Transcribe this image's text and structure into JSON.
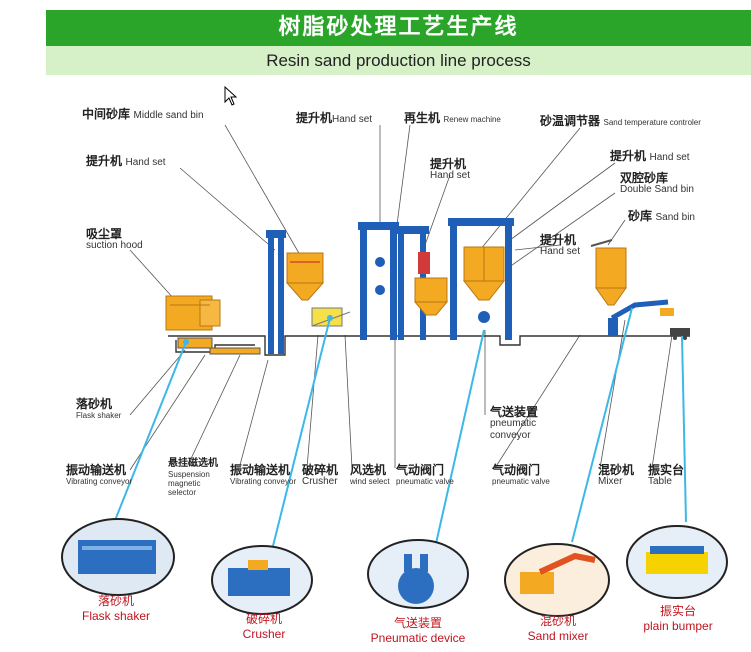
{
  "header": {
    "title_cn": "树脂砂处理工艺生产线",
    "title_en": "Resin sand production line process"
  },
  "labels": {
    "middle_sand_bin": {
      "cn": "中间砂库",
      "en": "Middle sand bin"
    },
    "hand_set_1": {
      "cn": "提升机",
      "en": "Hand set"
    },
    "suction_hood": {
      "cn": "吸尘罩",
      "en": "suction hood"
    },
    "hand_set_2": {
      "cn": "提升机",
      "en": "Hand set"
    },
    "renew_machine": {
      "cn": "再生机",
      "en": "Renew machine"
    },
    "sand_temp_controller": {
      "cn": "砂温调节器",
      "en": "Sand temperature controler"
    },
    "hand_set_3": {
      "cn": "提升机",
      "en": "Hand set"
    },
    "hand_set_4": {
      "cn": "提升机",
      "en": "Hand set"
    },
    "double_sand_bin": {
      "cn": "双腔砂库",
      "en": "Double Sand bin"
    },
    "sand_bin": {
      "cn": "砂库",
      "en": "Sand bin"
    },
    "hand_set_5": {
      "cn": "提升机",
      "en": "Hand set"
    },
    "flask_shaker": {
      "cn": "落砂机",
      "en": "Flask shaker"
    },
    "pneumatic_conveyor": {
      "cn": "气送装置",
      "en1": "pneumatic",
      "en2": "conveyor"
    },
    "vibrating_conveyor_1": {
      "cn": "振动输送机",
      "en": "Vibrating conveyor"
    },
    "magnetic_selector": {
      "cn": "悬挂磁选机",
      "en1": "Suspension",
      "en2": "magnetic",
      "en3": "selector"
    },
    "vibrating_conveyor_2": {
      "cn": "振动输送机",
      "en": "Vibrating conveyor"
    },
    "crusher": {
      "cn": "破碎机",
      "en": "Crusher"
    },
    "wind_select": {
      "cn": "风选机",
      "en": "wind select"
    },
    "pneumatic_valve_1": {
      "cn": "气动阀门",
      "en": "pneumatic valve"
    },
    "pneumatic_valve_2": {
      "cn": "气动阀门",
      "en": "pneumatic valve"
    },
    "mixer": {
      "cn": "混砂机",
      "en": "Mixer"
    },
    "table": {
      "cn": "振实台",
      "en": "Table"
    }
  },
  "captions": {
    "flask_shaker": {
      "cn": "落砂机",
      "en": "Flask shaker"
    },
    "crusher": {
      "cn": "破碎机",
      "en": "Crusher"
    },
    "pneumatic_device": {
      "cn": "气送装置",
      "en": "Pneumatic device"
    },
    "sand_mixer": {
      "cn": "混砂机",
      "en": "Sand mixer"
    },
    "plain_bumper": {
      "cn": "振实台",
      "en": "plain bumper"
    }
  },
  "colors": {
    "banner": "#2aa52a",
    "subbanner": "#d6f0c8",
    "elevator": "#1f5fb8",
    "bin": "#f4a923",
    "caption": "#c0141e",
    "pointer": "#3cb8e8"
  }
}
